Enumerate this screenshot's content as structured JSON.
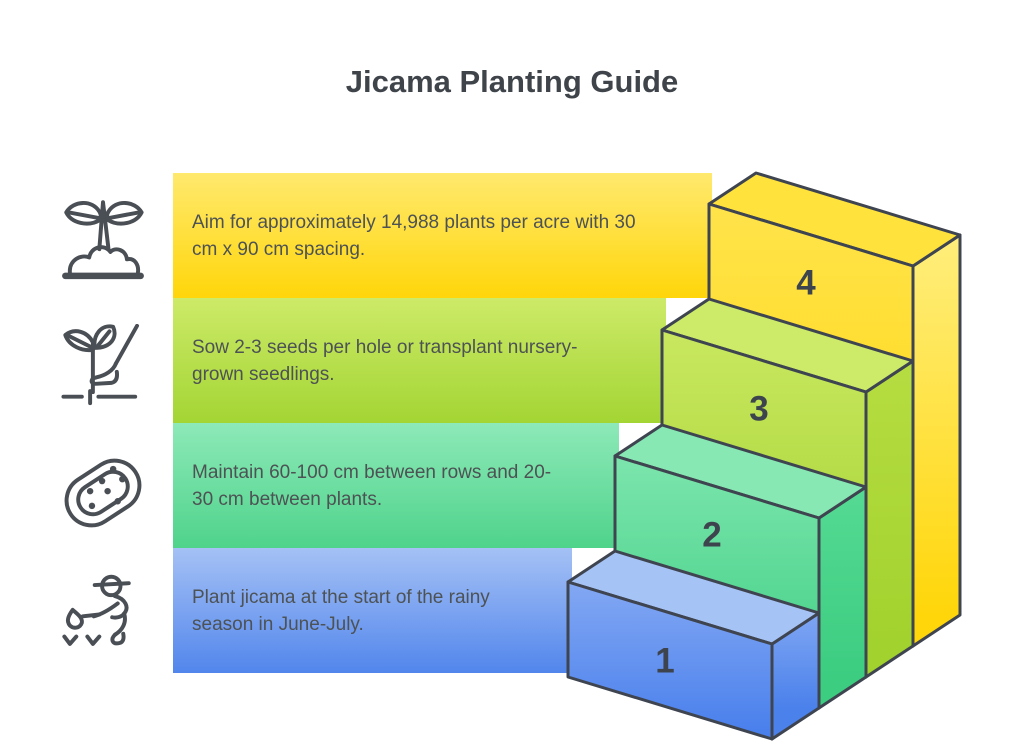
{
  "title": "Jicama Planting Guide",
  "rows": [
    {
      "step": "4",
      "icon": "seedling-sprout-icon",
      "text": "Aim for approximately 14,988 plants per acre with 30\ncm x 90 cm spacing.",
      "band": [
        "#ffe96e",
        "#ffd60a"
      ],
      "box": {
        "front": [
          "#ffe34a",
          "#ffd504"
        ],
        "top": "#ffe23c",
        "side": [
          "#ffee7c",
          "#ffd60a"
        ]
      }
    },
    {
      "step": "3",
      "icon": "sow-transplant-icon",
      "text": "Sow 2-3 seeds per hole or transplant nursery-\ngrown seedlings.",
      "band": [
        "#cdea68",
        "#a3d534"
      ],
      "box": {
        "front": [
          "#c9e75f",
          "#9cd02b"
        ],
        "top": "#cdeb69",
        "side": [
          "#b6dd41",
          "#a2d22e"
        ]
      }
    },
    {
      "step": "2",
      "icon": "row-spacing-tuber-icon",
      "text": "Maintain 60-100 cm between rows and 20-\n30 cm between plants.",
      "band": [
        "#8de9b8",
        "#4fd38b"
      ],
      "box": {
        "front": [
          "#7ce5ad",
          "#3bcd80"
        ],
        "top": "#87e8b4",
        "side": [
          "#55da93",
          "#3ccd81"
        ]
      }
    },
    {
      "step": "1",
      "icon": "rainy-season-farmer-icon",
      "text": "Plant jicama at the start of the rainy\nseason in June-July.",
      "band": [
        "#a5c1f5",
        "#5286ec"
      ],
      "box": {
        "front": [
          "#83a8f3",
          "#477eec"
        ],
        "top": "#a6c3f6",
        "side": [
          "#7fa6f3",
          "#4b81eb"
        ]
      }
    }
  ],
  "colors": {
    "background": "#ffffff",
    "title": "#3e4449",
    "text": "#4d5254",
    "number": "#3e444e",
    "outline": "#3f4550",
    "icon_stroke": "#4a4f55"
  },
  "chart_data": {
    "type": "bar",
    "subtype": "isometric-3d-staircase",
    "title": "Jicama Planting Guide",
    "categories": [
      "1",
      "2",
      "3",
      "4"
    ],
    "values": [
      1,
      2,
      3,
      4
    ],
    "step_colors_bottom_to_top": [
      "blue",
      "green",
      "lime",
      "yellow"
    ],
    "note": "Each step n is an extruded 3D block n units tall, labeled with its step number; steps ascend toward the back-right."
  }
}
